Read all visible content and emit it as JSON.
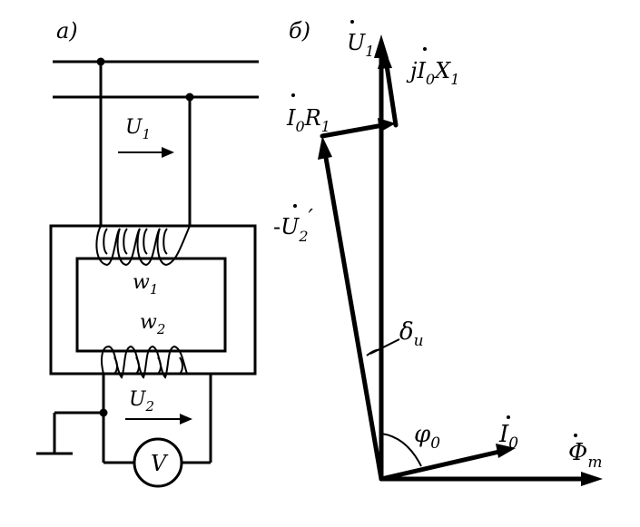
{
  "panel_a": {
    "label": "a)",
    "u1": "U",
    "u1_sub": "1",
    "w1": "w",
    "w1_sub": "1",
    "w2": "w",
    "w2_sub": "2",
    "u2": "U",
    "u2_sub": "2",
    "voltmeter": "V"
  },
  "panel_b": {
    "label": "б)",
    "u1_vec": "U",
    "u1_vec_sub": "1",
    "jixl": "jI",
    "jixl_mid": "0",
    "jixl_x": "X",
    "jixl_sub": "1",
    "ior": "I",
    "ior_mid": "0",
    "ior_r": "R",
    "ior_sub": "1",
    "u2_neg": "-U",
    "u2_neg_sub": "2",
    "u2_prime": "′",
    "delta": "δ",
    "delta_sub": "u",
    "phi0": "φ",
    "phi0_sub": "0",
    "i0": "I",
    "i0_sub": "0",
    "phim": "Φ",
    "phim_sub": "m"
  }
}
